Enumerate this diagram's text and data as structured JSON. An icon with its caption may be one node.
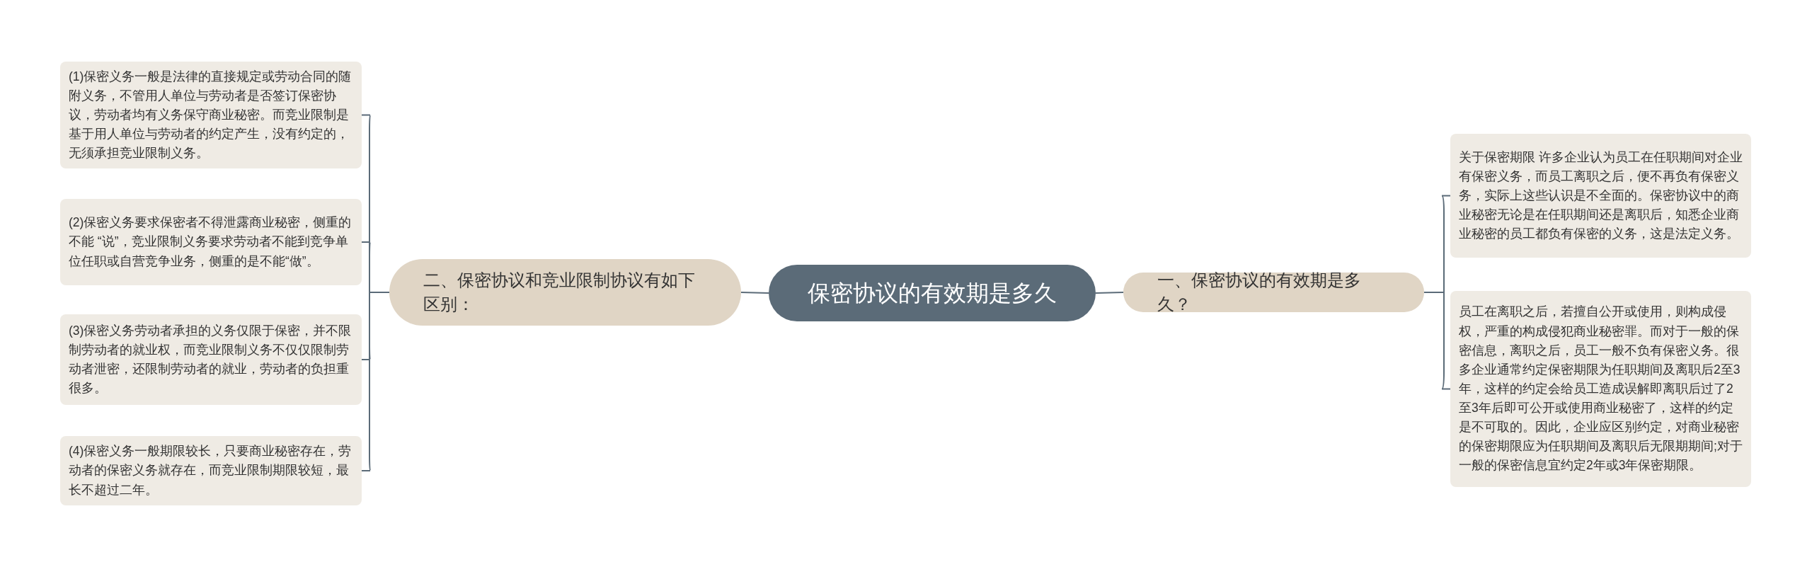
{
  "diagram": {
    "nodes": [
      {
        "text": [
          "保密协议的有效期是多久"
        ]
      },
      {
        "text": [
          "二、保密协议和竞业限制协议有如下区别："
        ]
      },
      {
        "text": [
          "(1)保密义务一般是法律的直接规定或劳动合同的随附义务，不管用人单位与劳动者是否签订保密协议，劳动者均有义务保守商业秘密。而竞业限制是基于用人单位与劳动者的约定产生，没有约定的，无须承担竞业限制义务。"
        ]
      },
      {
        "text": [
          "(2)保密义务要求保密者不得泄露商业秘密，侧重的不能 “说”，竞业限制义务要求劳动者不能到竞争单位任职或自营竞争业务，侧重的是不能“做”。"
        ]
      },
      {
        "text": [
          "(3)保密义务劳动者承担的义务仅限于保密，并不限制劳动者的就业权，而竞业限制义务不仅仅限制劳动者泄密，还限制劳动者的就业，劳动者的负担重很多。"
        ]
      },
      {
        "text": [
          "(4)保密义务一般期限较长，只要商业秘密存在，劳动者的保密义务就存在，而竞业限制期限较短，最长不超过二年。"
        ]
      },
      {
        "text": [
          "一、保密协议的有效期是多久？"
        ]
      },
      {
        "text": [
          "关于保密期限 许多企业认为员工在任职期间对企业有保密义务，而员工离职之后，便不再负有保密义务，实际上这些认识是不全面的。保密协议中的商业秘密无论是在任职期间还是离职后，知悉企业商业秘密的员工都负有保密的义务，这是法定义务。"
        ]
      },
      {
        "text": [
          "员工在离职之后，若擅自公开或使用，则构成侵权，严重的构成侵犯商业秘密罪。而对于一般的保密信息，离职之后，员工一般不负有保密义务。很多企业通常约定保密期限为任职期间及离职后2至3年，这样的约定会给员工造成误解即离职后过了2至3年后即可公开或使用商业秘密了，这样的约定是不可取的。因此，企业应区别约定，对商业秘密的保密期限应为任职期间及离职后无限期期间;对于一般的保密信息宜约定2年或3年保密期限。"
        ]
      }
    ],
    "edges": [
      {
        "from": 0,
        "to": 1,
        "arrow": "none"
      },
      {
        "from": 1,
        "to": 2,
        "arrow": "none"
      },
      {
        "from": 1,
        "to": 3,
        "arrow": "none"
      },
      {
        "from": 1,
        "to": 4,
        "arrow": "none"
      },
      {
        "from": 1,
        "to": 5,
        "arrow": "none"
      },
      {
        "from": 0,
        "to": 6,
        "arrow": "none"
      },
      {
        "from": 6,
        "to": 7,
        "arrow": "none"
      },
      {
        "from": 6,
        "to": 8,
        "arrow": "none"
      }
    ]
  }
}
